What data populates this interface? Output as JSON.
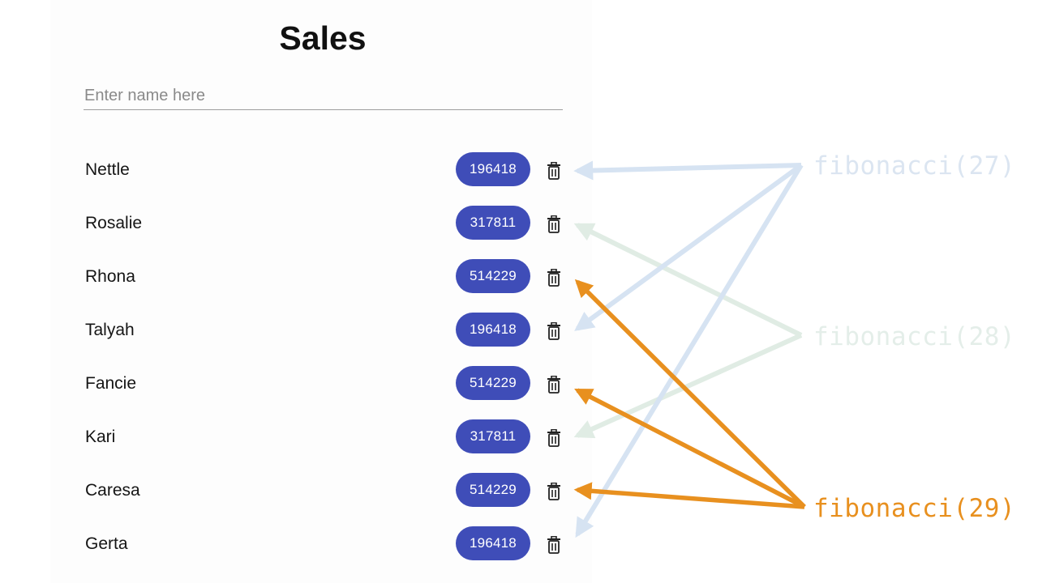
{
  "header": {
    "title": "Sales"
  },
  "search": {
    "placeholder": "Enter name here",
    "value": ""
  },
  "rows": [
    {
      "name": "Nettle",
      "value": "196418"
    },
    {
      "name": "Rosalie",
      "value": "317811"
    },
    {
      "name": "Rhona",
      "value": "514229"
    },
    {
      "name": "Talyah",
      "value": "196418"
    },
    {
      "name": "Fancie",
      "value": "514229"
    },
    {
      "name": "Kari",
      "value": "317811"
    },
    {
      "name": "Caresa",
      "value": "514229"
    },
    {
      "name": "Gerta",
      "value": "196418"
    }
  ],
  "annotations": {
    "fib27": {
      "label": "fibonacci(27)",
      "color": "#dbe5f1"
    },
    "fib28": {
      "label": "fibonacci(28)",
      "color": "#e4eee9"
    },
    "fib29": {
      "label": "fibonacci(29)",
      "color": "#e8901f"
    }
  },
  "colors": {
    "badge": "#3f4db8",
    "arrow27": "#d6e3f2",
    "arrow28": "#e0ece4",
    "arrow29": "#e8901f"
  },
  "icons": {
    "row_action": "trash-icon"
  }
}
